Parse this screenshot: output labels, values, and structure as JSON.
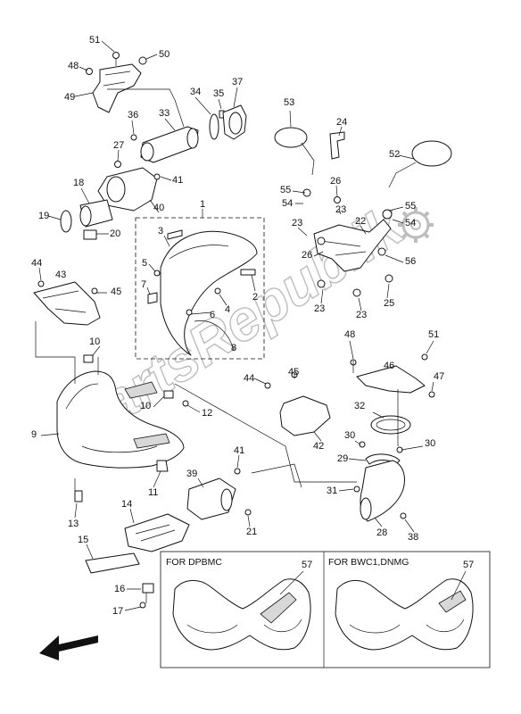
{
  "watermark": "PartsRepublik",
  "variants": [
    {
      "label": "FOR DPBMC",
      "part": "57"
    },
    {
      "label": "FOR BWC1,DNMG",
      "part": "57"
    }
  ],
  "callouts": {
    "p1": "1",
    "p2": "2",
    "p3": "3",
    "p4": "4",
    "p5": "5",
    "p6": "6",
    "p7": "7",
    "p8": "8",
    "p9": "9",
    "p10a": "10",
    "p10b": "10",
    "p11": "11",
    "p12": "12",
    "p13": "13",
    "p14": "14",
    "p15": "15",
    "p16": "16",
    "p17": "17",
    "p18": "18",
    "p19": "19",
    "p20": "20",
    "p21": "21",
    "p22": "22",
    "p23a": "23",
    "p23b": "23",
    "p23c": "23",
    "p23d": "23",
    "p24": "24",
    "p25": "25",
    "p26a": "26",
    "p26b": "26",
    "p27": "27",
    "p28": "28",
    "p29": "29",
    "p30a": "30",
    "p30b": "30",
    "p31": "31",
    "p32": "32",
    "p33": "33",
    "p34": "34",
    "p35": "35",
    "p36": "36",
    "p37": "37",
    "p38": "38",
    "p39": "39",
    "p40": "40",
    "p41a": "41",
    "p41b": "41",
    "p42": "42",
    "p43": "43",
    "p44a": "44",
    "p44b": "44",
    "p45a": "45",
    "p45b": "45",
    "p46": "46",
    "p47": "47",
    "p48a": "48",
    "p48b": "48",
    "p49": "49",
    "p50": "50",
    "p51a": "51",
    "p51b": "51",
    "p52": "52",
    "p53": "53",
    "p54a": "54",
    "p54b": "54",
    "p55a": "55",
    "p55b": "55",
    "p56": "56"
  },
  "icons": {
    "direction": "front-arrow-icon",
    "gear": "gear-icon"
  }
}
